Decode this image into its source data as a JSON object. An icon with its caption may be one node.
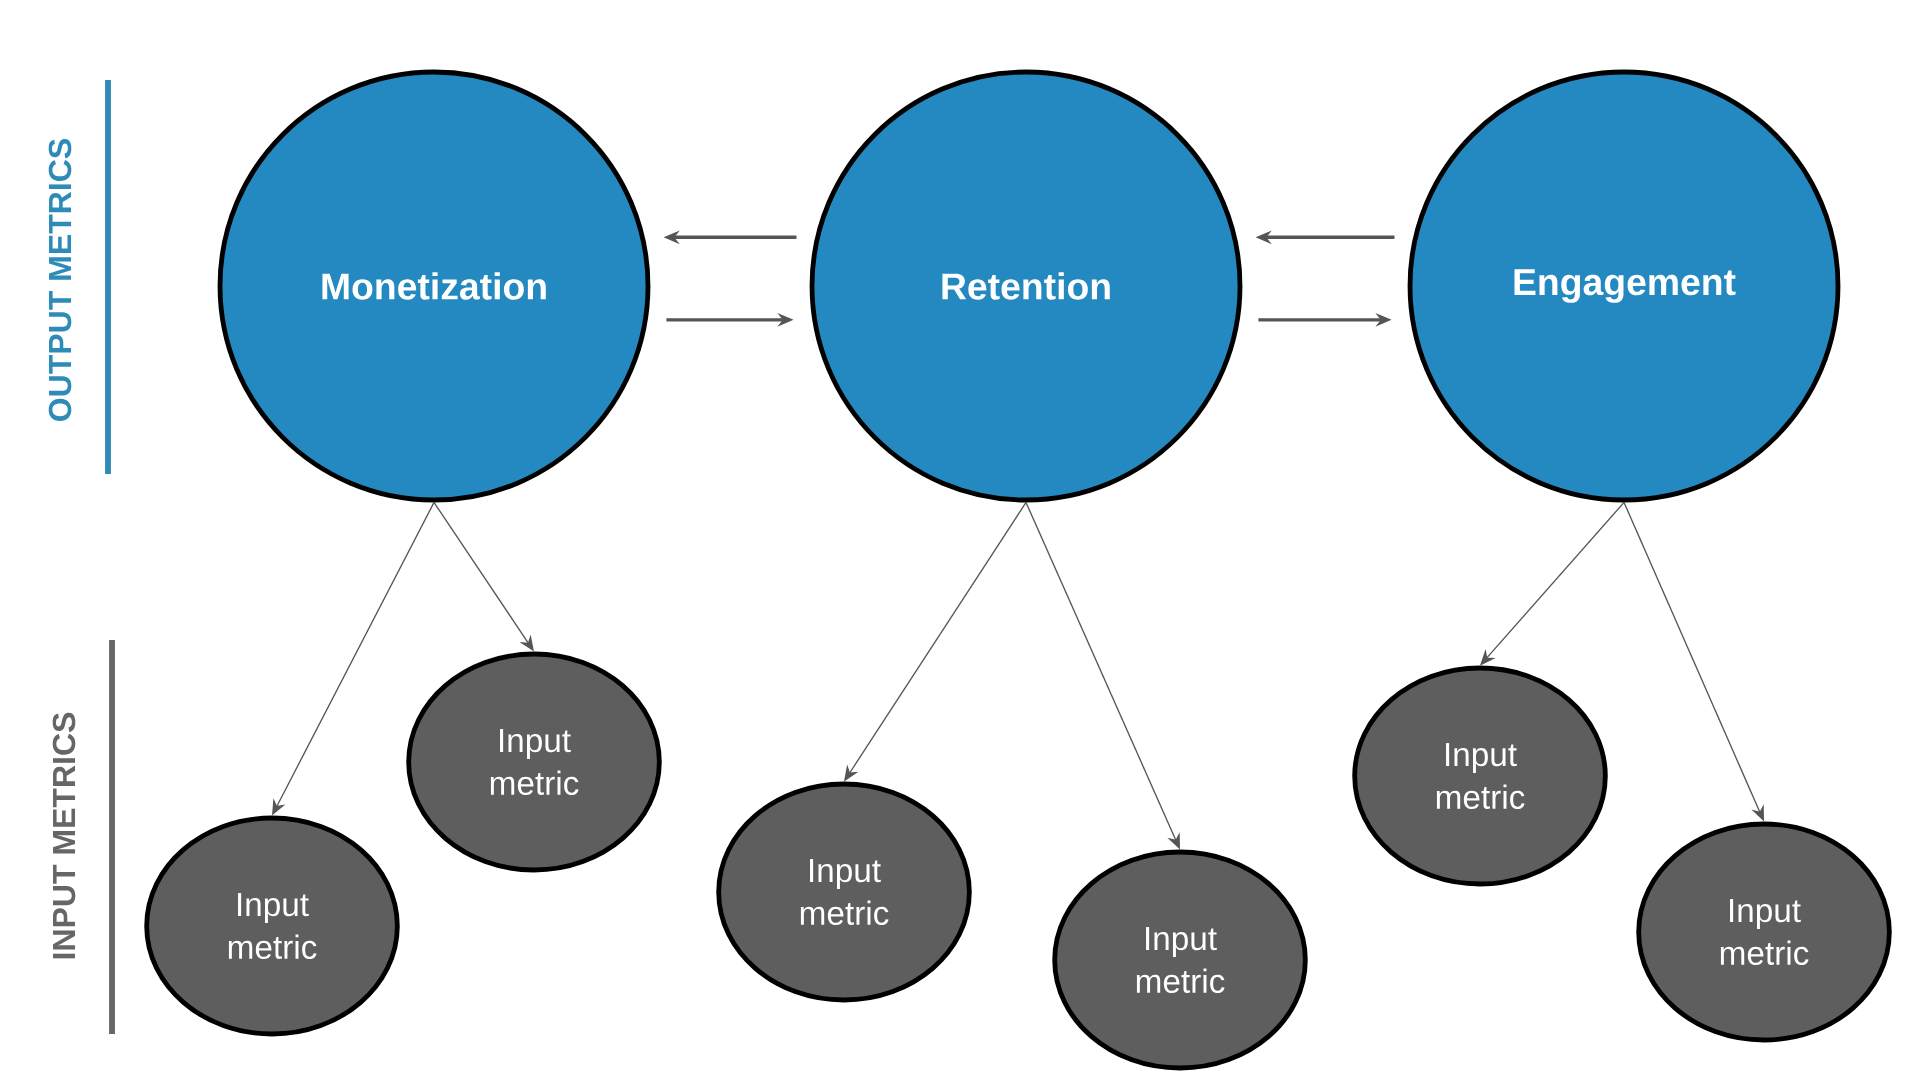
{
  "diagram": {
    "nodes": [
      {
        "text": [
          "Monetization"
        ]
      },
      {
        "text": [
          "Retention"
        ]
      },
      {
        "text": [
          "Engagement"
        ]
      },
      {
        "text": [
          "Input metric"
        ]
      },
      {
        "text": [
          "Input metric"
        ]
      },
      {
        "text": [
          "Input metric"
        ]
      },
      {
        "text": [
          "Input metric"
        ]
      },
      {
        "text": [
          "Input metric"
        ]
      },
      {
        "text": [
          "Input metric"
        ]
      }
    ],
    "edges": [
      {
        "from": 1,
        "to": 0,
        "arrow": "to"
      },
      {
        "from": 0,
        "to": 1,
        "arrow": "to"
      },
      {
        "from": 2,
        "to": 1,
        "arrow": "to"
      },
      {
        "from": 1,
        "to": 2,
        "arrow": "to"
      },
      {
        "from": 0,
        "to": 3,
        "arrow": "to"
      },
      {
        "from": 0,
        "to": 4,
        "arrow": "to"
      },
      {
        "from": 1,
        "to": 5,
        "arrow": "to"
      },
      {
        "from": 1,
        "to": 6,
        "arrow": "to"
      },
      {
        "from": 2,
        "to": 7,
        "arrow": "to"
      },
      {
        "from": 2,
        "to": 8,
        "arrow": "to"
      }
    ],
    "labels": [
      "OUTPUT METRICS",
      "INPUT METRICS"
    ]
  }
}
